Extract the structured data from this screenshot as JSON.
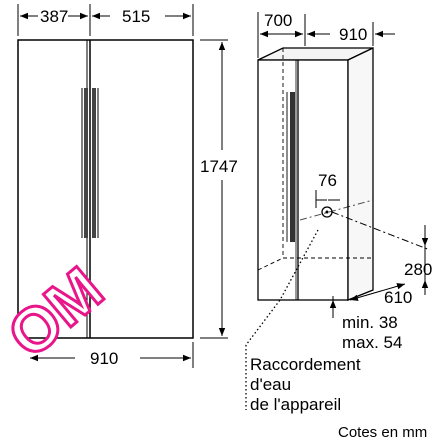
{
  "front_view": {
    "width_left": "387",
    "width_right": "515",
    "height": "1747",
    "total_width": "910"
  },
  "side_view": {
    "depth": "700",
    "width": "910",
    "water_inlet_height": "76",
    "depth_right": "280",
    "inlet_offset": "610",
    "gap_min": "min. 38",
    "gap_max": "max. 54"
  },
  "water_connection": [
    "Raccordement",
    "d'eau",
    "de l'appareil"
  ],
  "footer": "Cotes en mm",
  "watermark": {
    "text": "OM",
    "color": "#e8168a"
  }
}
